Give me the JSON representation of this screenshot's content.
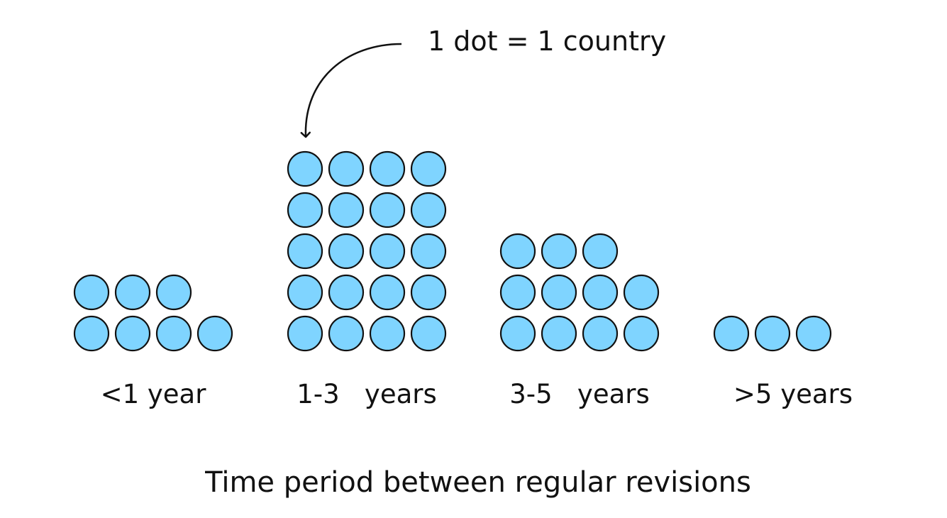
{
  "chart_data": {
    "type": "dot-plot",
    "unit_note": "1 dot = 1 country",
    "xlabel": "Time period between regular revisions",
    "categories": [
      "<1 year",
      "1-3   years",
      "3-5   years",
      ">5 years"
    ],
    "values": [
      7,
      20,
      11,
      3
    ],
    "dot_color": "#7fd4ff",
    "dot_outline": "#111111"
  }
}
